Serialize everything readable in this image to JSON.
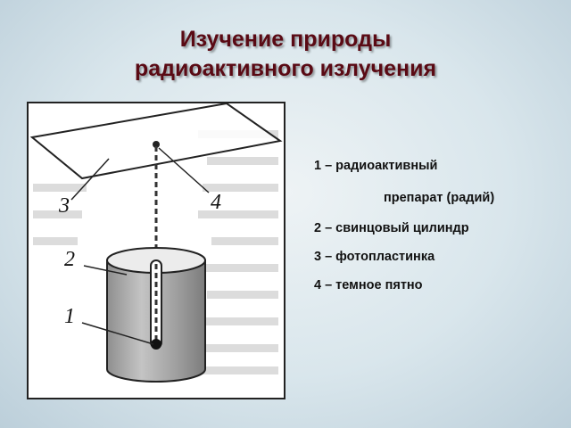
{
  "title": {
    "line1": "Изучение природы",
    "line2": "радиоактивного излучения"
  },
  "figure": {
    "labels": {
      "one": "1",
      "two": "2",
      "three": "3",
      "four": "4"
    }
  },
  "legend": {
    "item1_line1": "1 – радиоактивный",
    "item1_line2": "препарат (радий)",
    "item2": "2 – свинцовый цилиндр",
    "item3": "3 – фотопластинка",
    "item4": "4 – темное пятно"
  },
  "colors": {
    "title": "#5a0a14",
    "background": "#d9e6ec",
    "cylinder": "#a8a8a8"
  }
}
